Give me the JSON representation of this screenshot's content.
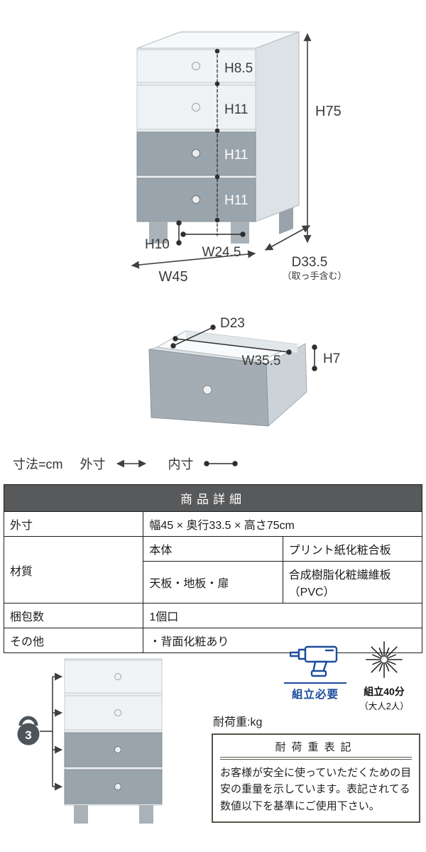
{
  "colors": {
    "accent_blue": "#1b4c9b",
    "table_header_bg": "#58595b",
    "drawer_light": "#eef2f4",
    "drawer_dark": "#9aa4ac",
    "dimension_text": "#3b3b3b"
  },
  "chest_diagram": {
    "drawer1_h": "H8.5",
    "drawer2_h": "H11",
    "drawer3_h": "H11",
    "drawer4_h": "H11",
    "total_h": "H75",
    "leg_h": "H10",
    "legs_inner_w": "W24.5",
    "outer_w": "W45",
    "outer_d": "D33.5",
    "outer_d_note": "（取っ手含む）"
  },
  "drawer_diagram": {
    "inner_d": "D23",
    "inner_w": "W35.5",
    "inner_h": "H7"
  },
  "legend": {
    "unit_note": "寸法=cm",
    "outer_label": "外寸",
    "inner_label": "内寸"
  },
  "spec_table": {
    "title": "商品詳細",
    "outer_label": "外寸",
    "outer_value": "幅45 × 奥行33.5 × 高さ75cm",
    "material_label": "材質",
    "material_rows": [
      {
        "part": "本体",
        "value": "プリント紙化粧合板"
      },
      {
        "part": "天板・地板・扉",
        "value": "合成樹脂化粧繊維板（PVC）"
      }
    ],
    "package_label": "梱包数",
    "package_value": "1個口",
    "other_label": "その他",
    "other_value": "・背面化粧あり"
  },
  "load_section": {
    "per_drawer_load": "3",
    "load_unit_label": "耐荷重:kg",
    "assembly_required_label": "組立必要",
    "assembly_time": "組立40分",
    "assembly_people": "（大人2人）",
    "notice_title": "耐荷重表記",
    "notice_body": "お客様が安全に使っていただくための目安の重量を示しています。表記されてる数値以下を基準にご使用下さい。"
  }
}
